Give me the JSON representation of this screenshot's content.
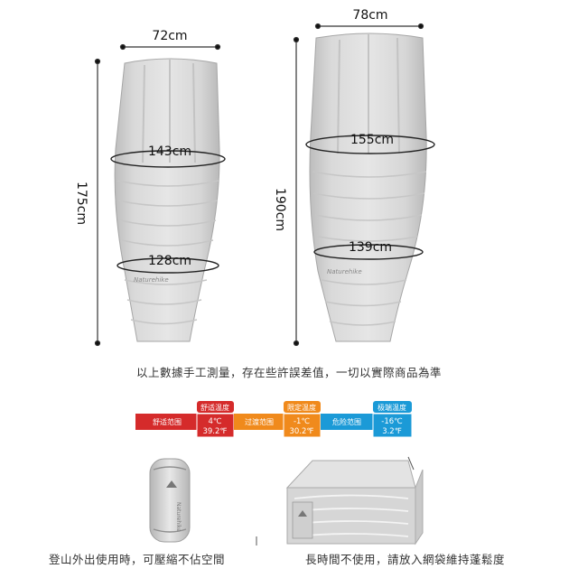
{
  "bags": {
    "left": {
      "width": "72cm",
      "chest": "143cm",
      "foot": "128cm",
      "length": "175cm",
      "brand": "Naturehike"
    },
    "right": {
      "width": "78cm",
      "chest": "155cm",
      "foot": "139cm",
      "length": "190cm",
      "brand": "Naturehike"
    }
  },
  "note": "以上數據手工測量，存在些許誤差值，一切以實際商品為準",
  "temperature": {
    "zones": [
      {
        "label": "舒适范围",
        "color": "#d52b2b"
      },
      {
        "label": "过渡范围",
        "color": "#f08a1c"
      },
      {
        "label": "危险范围",
        "color": "#1b9ad7"
      }
    ],
    "markers": [
      {
        "title": "舒适温度",
        "celsius": "4℃",
        "fahrenheit": "39.2℉",
        "color": "#d52b2b"
      },
      {
        "title": "限定温度",
        "celsius": "-1℃",
        "fahrenheit": "30.2℉",
        "color": "#f08a1c"
      },
      {
        "title": "极端温度",
        "celsius": "-16℃",
        "fahrenheit": "3.2℉",
        "color": "#1b9ad7"
      }
    ]
  },
  "captions": {
    "left": "登山外出使用時，可壓縮不佔空間",
    "right": "長時間不使用，請放入網袋維持蓬鬆度"
  }
}
